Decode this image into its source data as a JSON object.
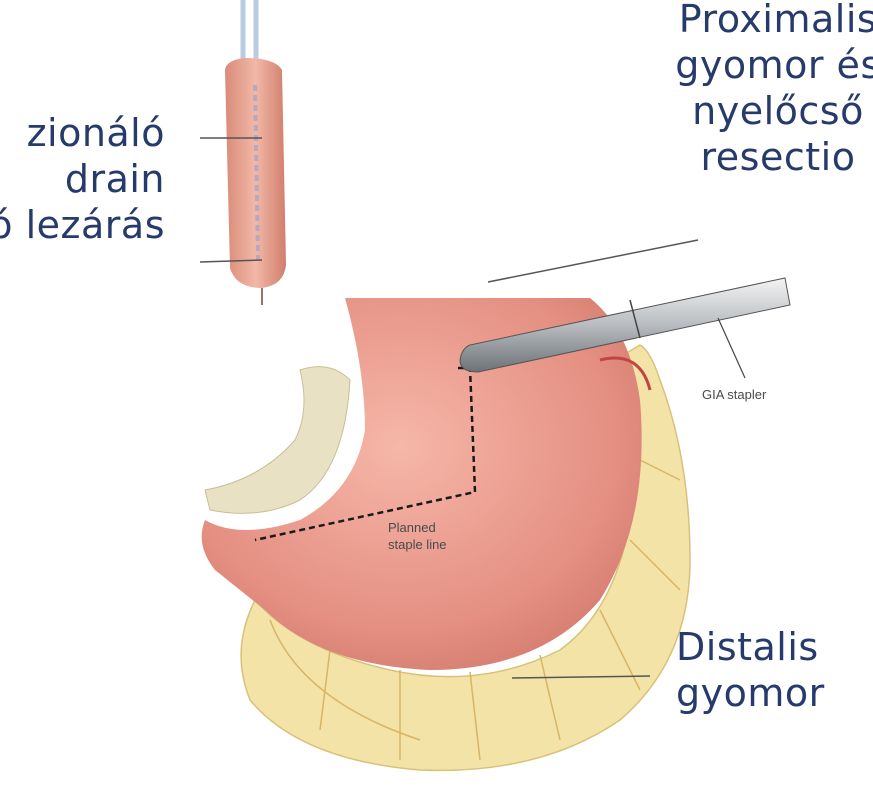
{
  "labels": {
    "left": [
      "zionáló",
      "drain",
      "ó lezárás"
    ],
    "top_right": [
      "Proximalis",
      "gyomor és",
      "nyelőcső",
      "resectio"
    ],
    "bottom_right": [
      "Distalis",
      "gyomor"
    ]
  },
  "annotations": {
    "gia_stapler": "GIA stapler",
    "planned_line": [
      "Planned",
      "staple line"
    ]
  },
  "colors": {
    "text": "#263a6b",
    "stomach": "#e9968a",
    "omentum": "#f3e3a6",
    "stapler": "#8a8f95"
  }
}
